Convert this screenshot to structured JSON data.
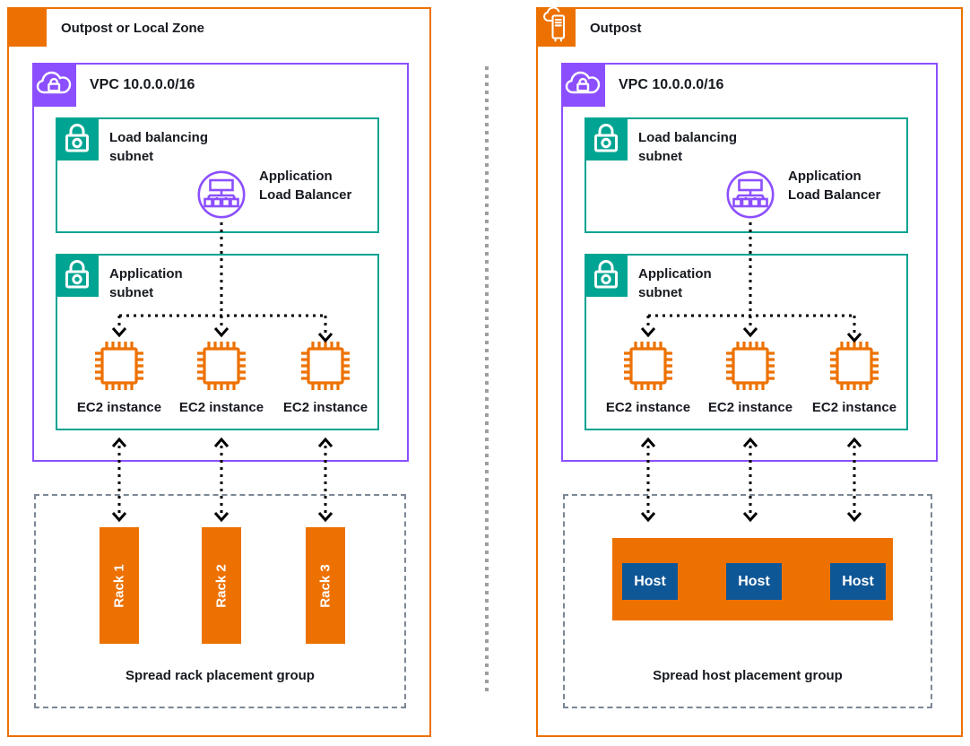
{
  "colors": {
    "accent_orange": "#ED7100",
    "subnet_teal": "#00A492",
    "vpc_purple": "#8C4FFF",
    "host_blue": "#0E5796",
    "text": "#16191F",
    "dashed_gray": "#7B8794",
    "divider_gray": "#9E9E9E",
    "connector_black": "#000000"
  },
  "left": {
    "title": "Outpost or Local Zone",
    "vpc_label": "VPC 10.0.0.0/16",
    "lb_subnet_label": "Load balancing subnet",
    "alb_label": "Application Load Balancer",
    "app_subnet_label": "Application subnet",
    "ec2_labels": [
      "EC2 instance",
      "EC2 instance",
      "EC2 instance"
    ],
    "racks": [
      "Rack 1",
      "Rack 2",
      "Rack 3"
    ],
    "placement_label": "Spread rack placement group"
  },
  "right": {
    "title": "Outpost",
    "vpc_label": "VPC 10.0.0.0/16",
    "lb_subnet_label": "Load balancing subnet",
    "alb_label": "Application Load Balancer",
    "app_subnet_label": "Application subnet",
    "ec2_labels": [
      "EC2 instance",
      "EC2 instance",
      "EC2 instance"
    ],
    "hosts": [
      "Host",
      "Host",
      "Host"
    ],
    "placement_label": "Spread host placement group"
  }
}
